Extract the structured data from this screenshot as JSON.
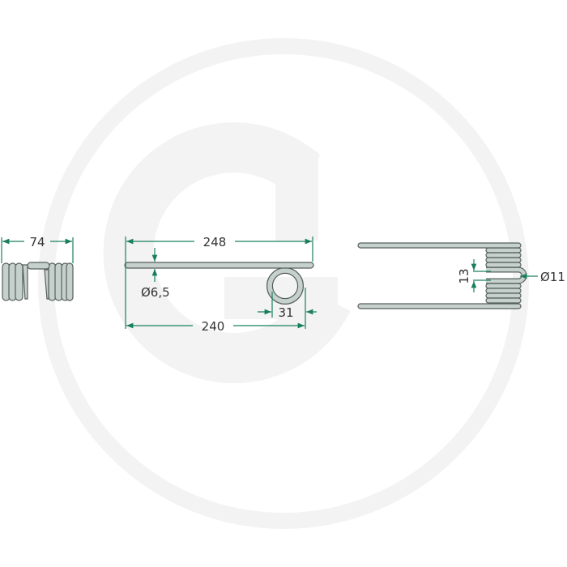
{
  "colors": {
    "dimension": "#1a7f5e",
    "spring_fill": "#c6d1cd",
    "spring_stroke": "#555f5b",
    "watermark": "#f3f3f3"
  },
  "watermark": {
    "type": "logo",
    "letter": "G"
  },
  "side_view": {
    "width_label": "74"
  },
  "front_view": {
    "length_label": "248",
    "wire_diameter_label": "Ø6,5",
    "inner_length_label": "240",
    "coil_label": "31"
  },
  "top_view": {
    "gap_label": "13",
    "bend_diameter_label": "Ø11"
  }
}
